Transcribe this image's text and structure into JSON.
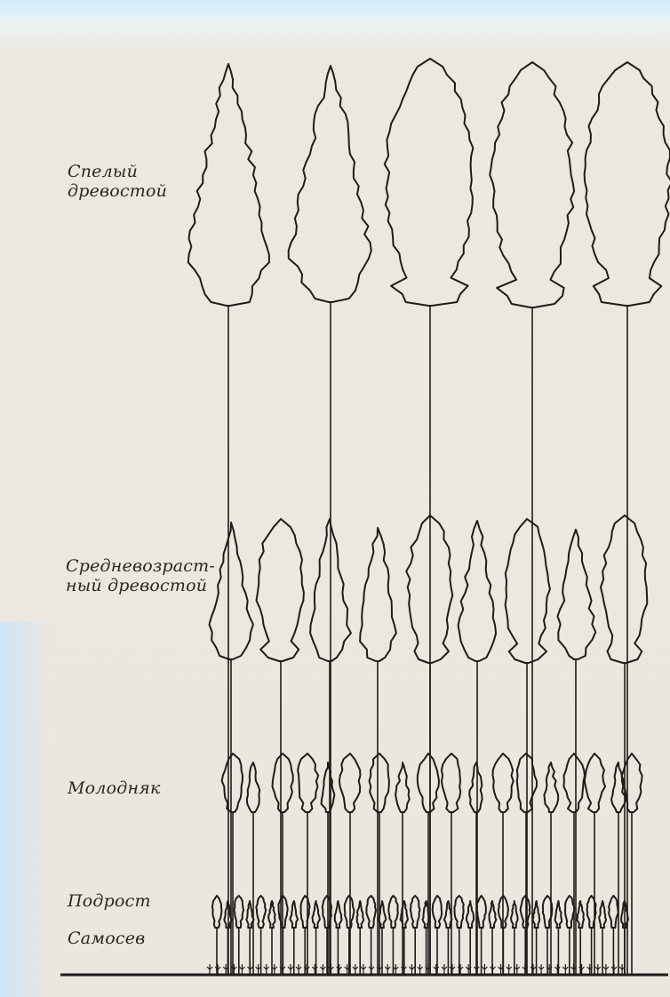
{
  "labels": {
    "mature": [
      "Спелый",
      "древостой"
    ],
    "middle": [
      "Средневозраст-",
      "ный древостой"
    ],
    "young": "Молодняк",
    "undergrowth": "Подрост",
    "seedlings": "Самосев"
  }
}
